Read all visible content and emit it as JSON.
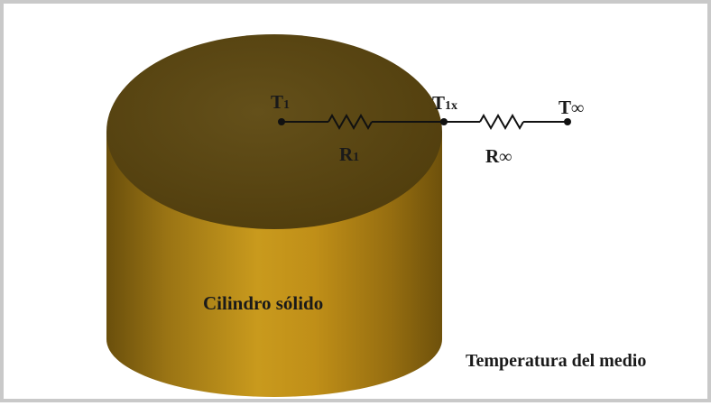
{
  "solid_label": "Cilindro sólido",
  "medium_label": "Temperatura del medio",
  "nodes": {
    "t1": {
      "main": "T",
      "sub": "1"
    },
    "t1x": {
      "main": "T",
      "sub": "1x"
    },
    "tinf": {
      "main": "T",
      "sub": "∞"
    }
  },
  "resistors": {
    "r1": {
      "main": "R",
      "sub": "1"
    },
    "rinf": {
      "main": "R",
      "sub": "∞"
    }
  },
  "colors": {
    "cylinder_top": "#5c4712",
    "cylinder_side_dark": "#6a4f0c",
    "cylinder_side_light": "#c99a1d",
    "circuit": "#111111",
    "frame": "#c9c9c9"
  }
}
